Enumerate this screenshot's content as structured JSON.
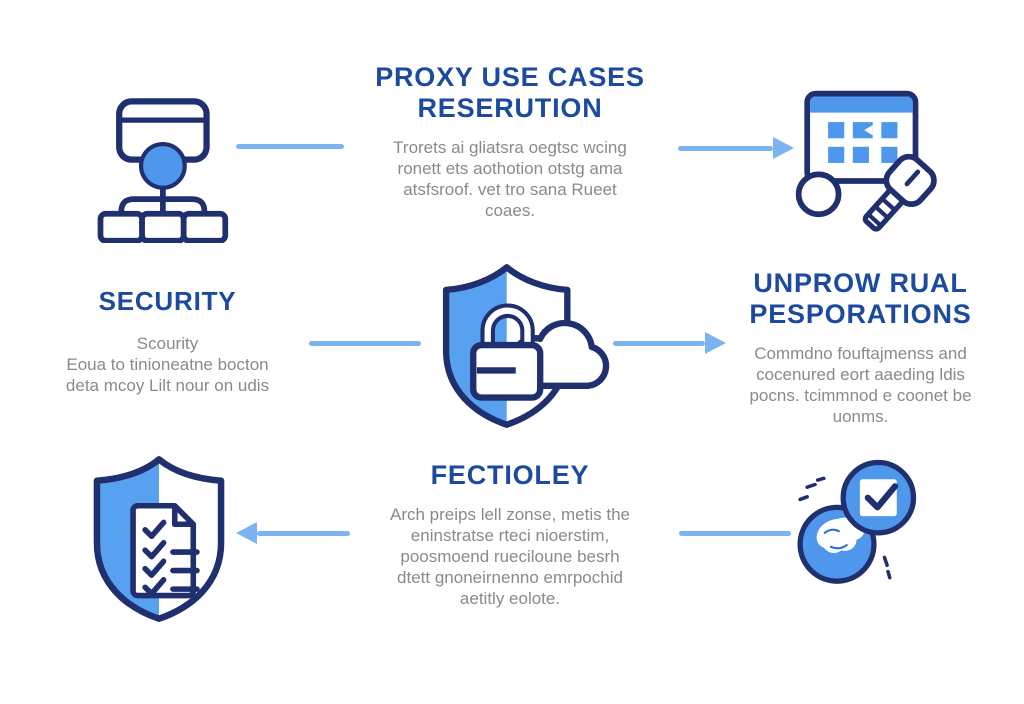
{
  "page": {
    "background": "#ffffff"
  },
  "colors": {
    "heading_blue": "#1b4a9e",
    "body_gray": "#8a8a8a",
    "arrow_blue": "#7cb4f1",
    "icon_fill_blue": "#4f97ec",
    "icon_outline_navy": "#20306e"
  },
  "top": {
    "title": "PROXY USE CASES RESERUTION",
    "body_lines": [
      "Trorets ai gliatsra oegtsc wcing",
      "ronett ets aothotion otstg ama",
      "atsfsroof. vet tro sana Rueet",
      "coaes."
    ]
  },
  "security": {
    "heading": "SECURITY",
    "body_lines": [
      "Scourity",
      "Eoua to tinioneatne bocton",
      "deta mcoy Lilt nour on udis"
    ]
  },
  "operations": {
    "heading": "UNPROW RUAL PESPORATIONS",
    "body_lines": [
      "Commdno fouftajmenss and",
      "cocenured eort aaeding ldis",
      "pocns. tcimmnod e coonet be",
      "uonms."
    ]
  },
  "fectioley": {
    "heading": "FECTIOLEY",
    "body_lines": [
      "Arch preips lell zonse, metis the",
      "eninstratse rteci nioerstim,",
      "poosmoend rueciloune besrh",
      "dtett gnoneirnenno emrpochid",
      "aetitly eolote."
    ]
  },
  "icons": [
    {
      "name": "org-chart-icon"
    },
    {
      "name": "calendar-key-icon"
    },
    {
      "name": "shield-lock-cloud-icon"
    },
    {
      "name": "shield-checklist-icon"
    },
    {
      "name": "globe-check-icon"
    }
  ],
  "connectors": [
    {
      "name": "top-left-line",
      "type": "line"
    },
    {
      "name": "top-right-arrow",
      "type": "arrow-right"
    },
    {
      "name": "middle-left-line",
      "type": "line"
    },
    {
      "name": "middle-right-arrow",
      "type": "arrow-right"
    },
    {
      "name": "bottom-left-arrow",
      "type": "arrow-left"
    },
    {
      "name": "bottom-right-line",
      "type": "line"
    }
  ]
}
